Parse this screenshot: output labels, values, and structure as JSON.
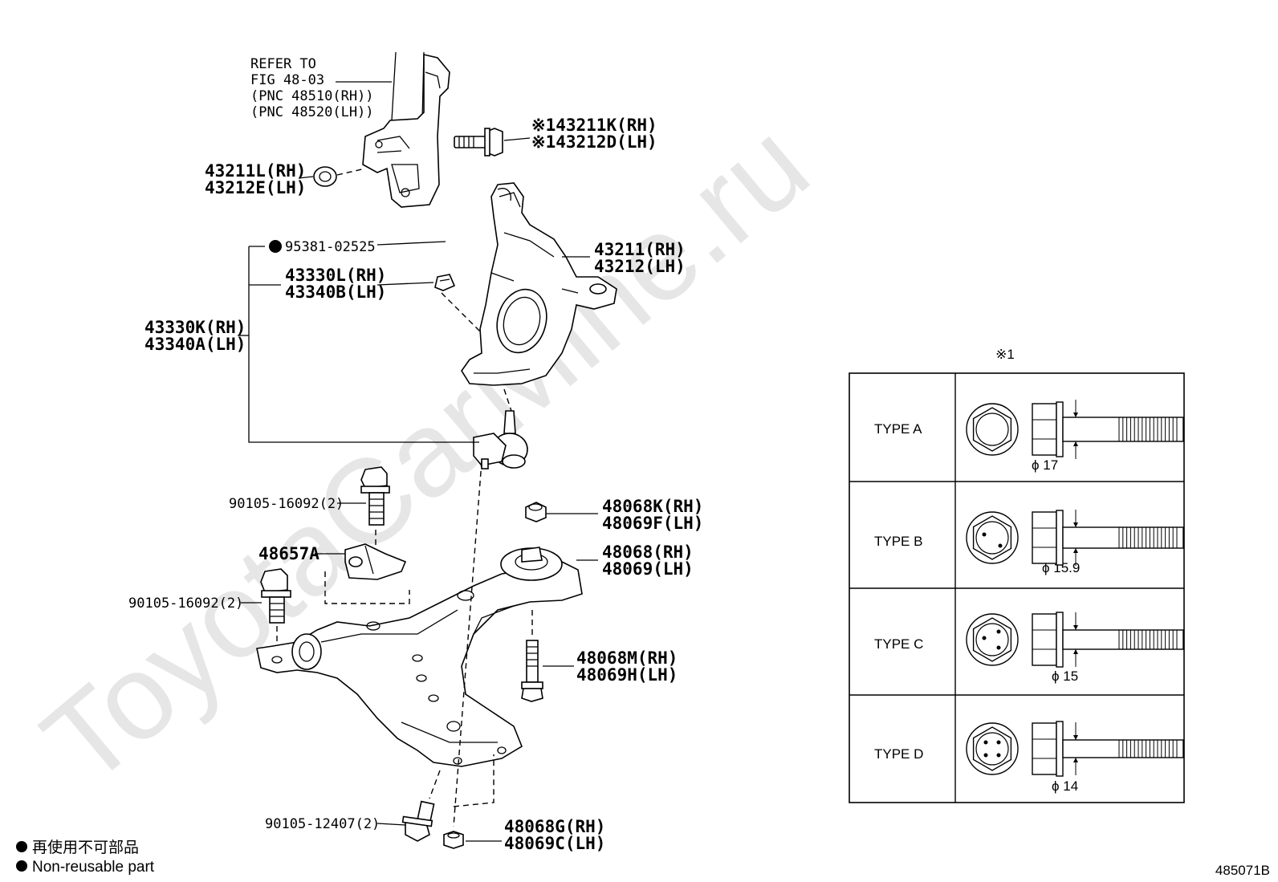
{
  "watermark": "ToyotaCarMine.ru",
  "refer": {
    "line1": "REFER TO",
    "line2": "FIG 48-03",
    "line3": "(PNC 48510(RH))",
    "line4": "(PNC 48520(LH))"
  },
  "callouts": {
    "bolt_rh": "※143211K(RH)",
    "bolt_lh": "※143212D(LH)",
    "washer_rh": "43211L(RH)",
    "washer_lh": "43212E(LH)",
    "cotter": "95381-02525",
    "knuckle_rh": "43211(RH)",
    "knuckle_lh": "43212(LH)",
    "nut_rh": "43330L(RH)",
    "nut_lh": "43340B(LH)",
    "balljoint_rh": "43330K(RH)",
    "balljoint_lh": "43340A(LH)",
    "bolt1": "90105-16092(2)",
    "bracket": "48657A",
    "bolt2": "90105-16092(2)",
    "nut2_rh": "48068K(RH)",
    "nut2_lh": "48069F(LH)",
    "arm_rh": "48068(RH)",
    "arm_lh": "48069(LH)",
    "bolt3_rh": "48068M(RH)",
    "bolt3_lh": "48069H(LH)",
    "bolt4": "90105-12407(2)",
    "nut4_rh": "48068G(RH)",
    "nut4_lh": "48069C(LH)"
  },
  "table": {
    "header": "※1",
    "rows": [
      {
        "type": "TYPE A",
        "diameter": "ϕ 17",
        "dots": 0
      },
      {
        "type": "TYPE B",
        "diameter": "ϕ 15.9",
        "dots": 2
      },
      {
        "type": "TYPE C",
        "diameter": "ϕ 15",
        "dots": 3
      },
      {
        "type": "TYPE D",
        "diameter": "ϕ 14",
        "dots": 4
      }
    ]
  },
  "legend": {
    "line1": "再使用不可部品",
    "line2": "Non-reusable part"
  },
  "figure_id": "485071B"
}
